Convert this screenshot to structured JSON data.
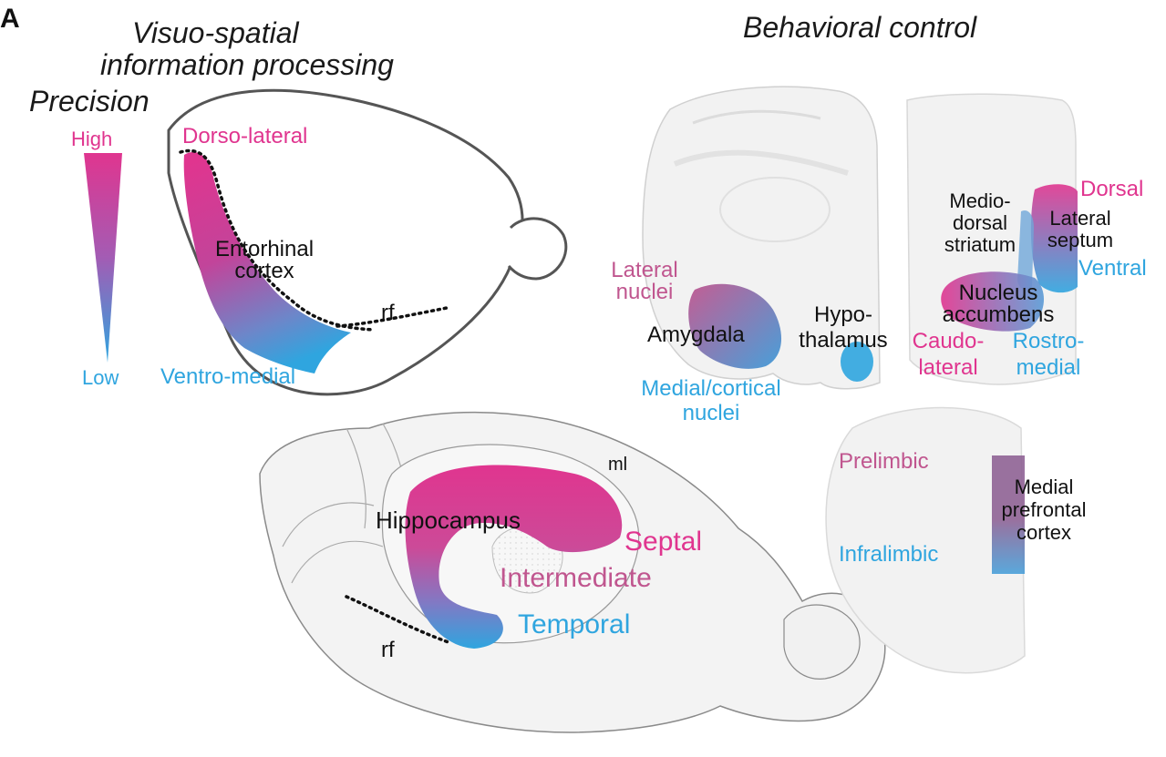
{
  "colors": {
    "high_pink": "#e0358f",
    "mauve": "#c0568f",
    "low_blue": "#2fa5df",
    "text": "#111111",
    "outline": "#555555"
  },
  "panel": {
    "letter": "A"
  },
  "left_panel": {
    "heading_line1": "Visuo-spatial",
    "heading_line2": "information processing",
    "precision_label": "Precision",
    "high_label": "High",
    "low_label": "Low",
    "dorsolateral_label": "Dorso-lateral",
    "ventromedial_label": "Ventro-medial",
    "entorhinal_line1": "Entorhinal",
    "entorhinal_line2": "cortex",
    "rf_label": "rf"
  },
  "right_panel": {
    "heading": "Behavioral control",
    "lateral_nuclei_line1": "Lateral",
    "lateral_nuclei_line2": "nuclei",
    "amygdala_label": "Amygdala",
    "medial_cortical_line1": "Medial/cortical",
    "medial_cortical_line2": "nuclei",
    "hypothalamus_line1": "Hypo-",
    "hypothalamus_line2": "thalamus",
    "mediodorsal_line1": "Medio-",
    "mediodorsal_line2": "dorsal",
    "mediodorsal_line3": "striatum",
    "lateral_septum_line1": "Lateral",
    "lateral_septum_line2": "septum",
    "dorsal_label": "Dorsal",
    "ventral_label": "Ventral",
    "nucleus_line1": "Nucleus",
    "nucleus_line2": "accumbens",
    "caudo_line1": "Caudo-",
    "caudo_line2": "lateral",
    "rostro_line1": "Rostro-",
    "rostro_line2": "medial",
    "prelimbic_label": "Prelimbic",
    "infralimbic_label": "Infralimbic",
    "mpfc_line1": "Medial",
    "mpfc_line2": "prefrontal",
    "mpfc_line3": "cortex"
  },
  "bottom_panel": {
    "hippocampus_label": "Hippocampus",
    "ml_label": "ml",
    "septal_label": "Septal",
    "intermediate_label": "Intermediate",
    "temporal_label": "Temporal",
    "rf_label": "rf"
  }
}
